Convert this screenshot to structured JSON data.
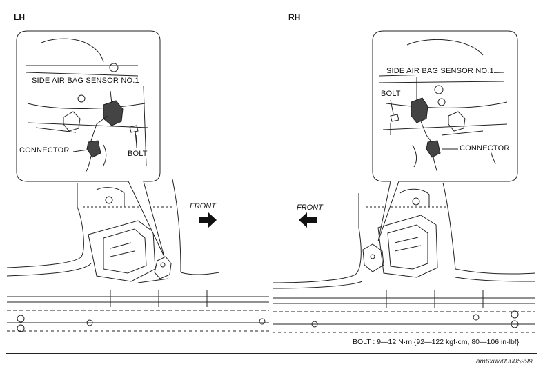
{
  "labels": {
    "lh": "LH",
    "rh": "RH",
    "sensor_lh": "SIDE AIR BAG SENSOR NO.1",
    "sensor_rh": "SIDE AIR BAG SENSOR NO.1",
    "connector_lh": "CONNECTOR",
    "connector_rh": "CONNECTOR",
    "bolt_lh": "BOLT",
    "bolt_rh": "BOLT",
    "front_lh": "FRONT",
    "front_rh": "FRONT"
  },
  "spec": "BOLT : 9—12 N·m {92—122 kgf·cm, 80—106 in·lbf}",
  "image_code": "am6xuw00005999",
  "arrows": {
    "lh_front": "right-arrow-icon",
    "rh_front": "left-arrow-icon"
  }
}
